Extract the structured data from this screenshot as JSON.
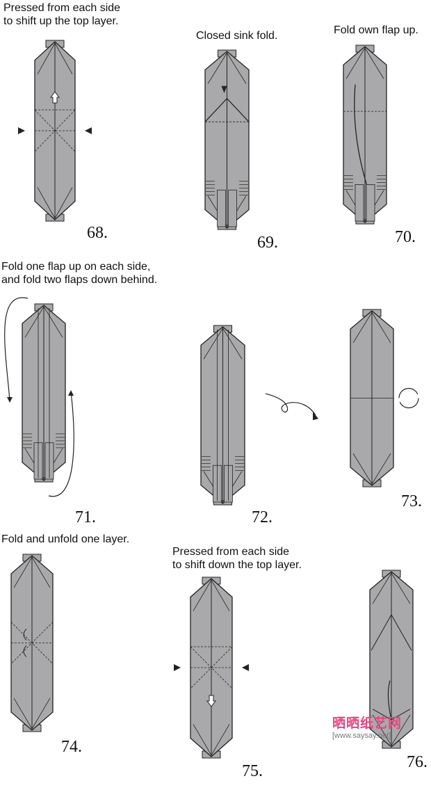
{
  "colors": {
    "paper": "#a9a9ab",
    "line": "#222222",
    "accent_pink": "#e8447f",
    "accent_blue": "#3f6fc8"
  },
  "steps": [
    {
      "number": "68.",
      "caption": [
        "Pressed from each side",
        "to shift up the top layer."
      ]
    },
    {
      "number": "69.",
      "caption": [
        "Closed sink fold."
      ]
    },
    {
      "number": "70.",
      "caption": [
        "Fold own flap up."
      ]
    },
    {
      "number": "71.",
      "caption": [
        "Fold one flap up on each side,",
        "and fold two flaps down behind."
      ]
    },
    {
      "number": "72.",
      "caption": []
    },
    {
      "number": "73.",
      "caption": []
    },
    {
      "number": "74.",
      "caption": [
        "Fold and unfold one layer."
      ]
    },
    {
      "number": "75.",
      "caption": [
        "Pressed from each side",
        "to shift down the top layer."
      ]
    },
    {
      "number": "76.",
      "caption": []
    }
  ],
  "watermark": {
    "chinese": "晒晒纸艺网",
    "url": "[www.saysay.net]"
  }
}
